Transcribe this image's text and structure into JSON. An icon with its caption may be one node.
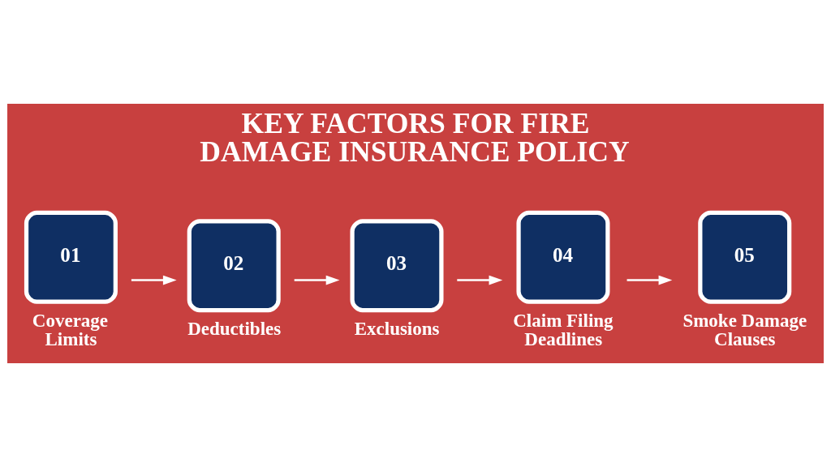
{
  "diagram": {
    "title": "KEY FACTORS FOR FIRE DAMAGE INSURANCE POLICY",
    "nodes": [
      {
        "text": [
          "01",
          "Coverage Limits"
        ]
      },
      {
        "text": [
          "02",
          "Deductibles"
        ]
      },
      {
        "text": [
          "03",
          "Exclusions"
        ]
      },
      {
        "text": [
          "04",
          "Claim Filing Deadlines"
        ]
      },
      {
        "text": [
          "05",
          "Smoke Damage Clauses"
        ]
      }
    ],
    "edges": [
      {
        "from": 0,
        "to": 1,
        "arrow": "to"
      },
      {
        "from": 1,
        "to": 2,
        "arrow": "to"
      },
      {
        "from": 2,
        "to": 3,
        "arrow": "to"
      },
      {
        "from": 3,
        "to": 4,
        "arrow": "to"
      }
    ]
  }
}
